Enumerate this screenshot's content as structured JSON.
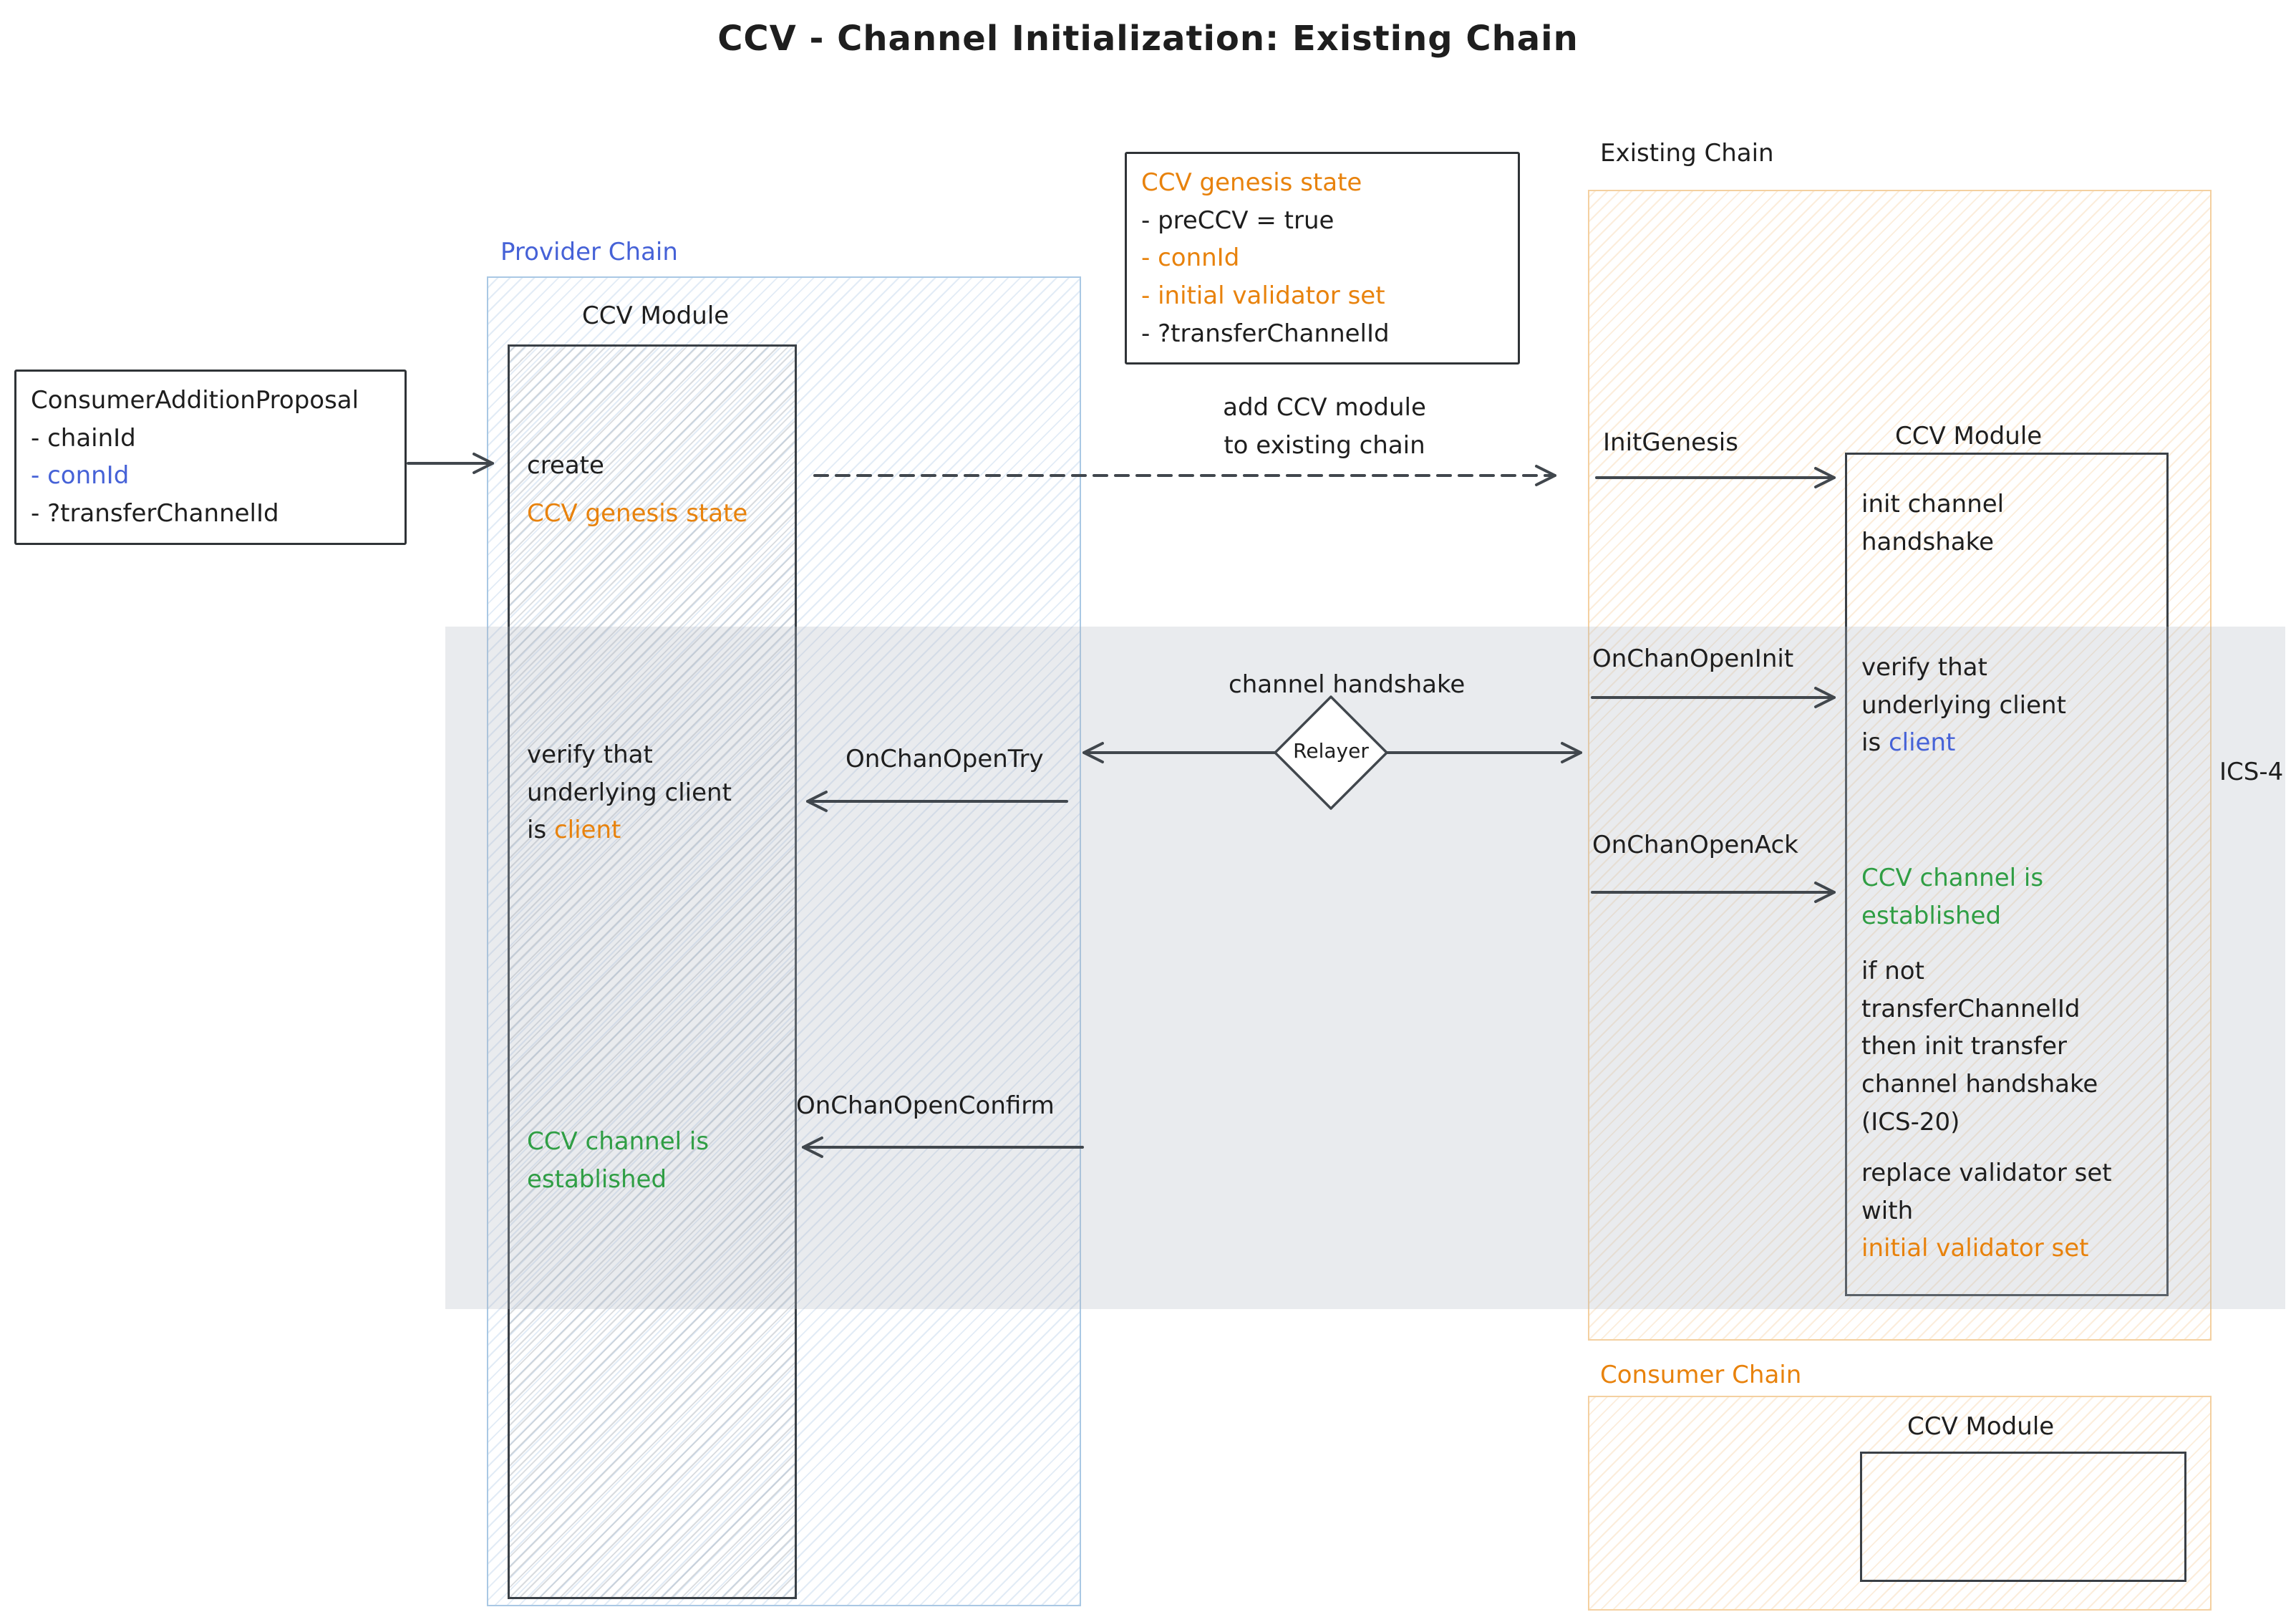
{
  "title": "CCV - Channel Initialization: Existing Chain",
  "colors": {
    "ink": "#1e1e1e",
    "orange": "#e8820c",
    "green": "#2f9e44",
    "blue": "#4662d7",
    "arrow": "#41474d"
  },
  "proposal": {
    "title": "ConsumerAdditionProposal",
    "items": [
      "- chainId",
      "- connId",
      "- ?transferChannelId"
    ]
  },
  "genesis": {
    "title": "CCV genesis state",
    "items": [
      "- preCCV = true",
      "- connId",
      "- initial validator set",
      "- ?transferChannelId"
    ]
  },
  "provider": {
    "chain_label": "Provider Chain",
    "module_label": "CCV Module",
    "create": "create",
    "genesis_state": "CCV genesis state",
    "verify1": "verify that",
    "verify2": "underlying client",
    "verify3_prefix": "is ",
    "verify3_client": "client",
    "established1": "CCV channel is",
    "established2": "established"
  },
  "existing": {
    "chain_label": "Existing Chain",
    "module_label": "CCV Module",
    "init1": "init channel",
    "init2": "handshake",
    "verify1": "verify that",
    "verify2": "underlying client",
    "verify3_prefix": "is ",
    "verify3_client": "client",
    "established1": "CCV channel is",
    "established2": "established",
    "ifnot1": "if not",
    "ifnot2": "transferChannelId",
    "ifnot3": "then init transfer",
    "ifnot4": "channel handshake",
    "ifnot5": "(ICS-20)",
    "replace1": "replace validator set",
    "replace2": "with",
    "replace3": "initial validator set"
  },
  "consumer": {
    "chain_label": "Consumer Chain",
    "module_label": "CCV Module"
  },
  "messages": {
    "add_ccv1": "add CCV module",
    "add_ccv2": "to existing chain",
    "init_genesis": "InitGenesis",
    "on_chan_open_init": "OnChanOpenInit",
    "on_chan_open_ack": "OnChanOpenAck",
    "on_chan_open_try": "OnChanOpenTry",
    "on_chan_open_confirm": "OnChanOpenConfirm",
    "channel_handshake": "channel handshake",
    "relayer": "Relayer",
    "ics4": "ICS-4"
  }
}
